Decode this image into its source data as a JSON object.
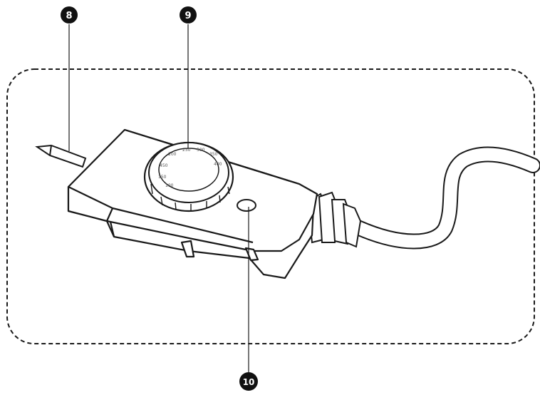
{
  "callouts": [
    {
      "id": "probe",
      "label": "8"
    },
    {
      "id": "dial",
      "label": "9"
    },
    {
      "id": "indicator-light",
      "label": "10"
    }
  ],
  "dial_markings": [
    "200",
    "250",
    "300",
    "350",
    "400",
    "450",
    "150",
    "100"
  ],
  "colors": {
    "outline": "#1a1a1a",
    "callout_fill": "#111111",
    "callout_text": "#ffffff",
    "background": "#ffffff"
  }
}
